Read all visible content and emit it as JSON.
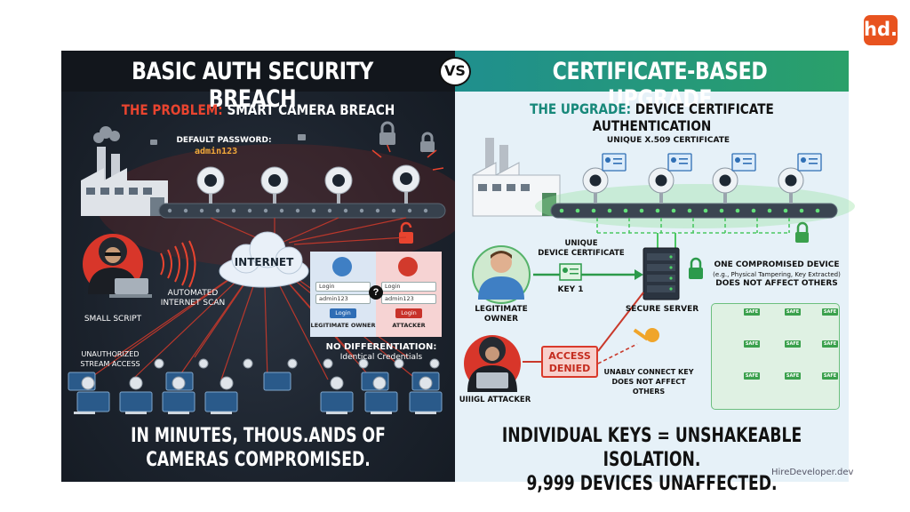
{
  "brand": {
    "logo_text": "hd."
  },
  "vs": "VS",
  "left": {
    "title": "BASIC AUTH SECURITY BREACH",
    "subtitle_prefix": "THE PROBLEM:",
    "subtitle_rest": " SMART CAMERA BREACH",
    "default_password_label": "DEFAULT PASSWORD:",
    "default_password_value": "admin123",
    "internet": "INTERNET",
    "automated_scan": "AUTOMATED\nINTERNET SCAN",
    "small_script": "SMALL SCRIPT",
    "unauthorized": "UNAUTHORIZED\nSTREAM ACCESS",
    "comparison": {
      "login_placeholder": "Login",
      "password_value": "admin123",
      "login_button": "Login",
      "legit_label": "LEGITIMATE OWNER",
      "attacker_label": "ATTACKER",
      "question": "?"
    },
    "no_diff_title": "NO DIFFERENTIATION:",
    "no_diff_text": "Identical Credentials",
    "bottom_line1": "IN MINUTES, THOUS.ANDS OF",
    "bottom_line2": "CAMERAS COMPROMISED."
  },
  "right": {
    "title": "CERTIFICATE-BASED UPGRADE",
    "subtitle_prefix": "THE UPGRADE:",
    "subtitle_rest": " DEVICE CERTIFICATE AUTHENTICATION",
    "x509_label": "UNIQUE X.509 CERTIFICATE",
    "unique_cert": "UNIQUE\nDEVICE CERTIFICATE",
    "key1": "KEY 1",
    "secure_server": "SECURE SERVER",
    "legit_owner": "LEGITIMATE\nOWNER",
    "compromised_title": "ONE COMPROMISED DEVICE",
    "compromised_detail": "(e.g., Physical Tampering, Key Extracted)",
    "compromised_tail": "DOES NOT AFFECT OTHERS",
    "access_denied": "ACCESS\nDENIED",
    "unably_key": "UNABLY CONNECT KEY\nDOES NOT AFFECT OTHERS",
    "attacker": "UIIIGL ATTACKER",
    "safe_tag": "SAFE",
    "bottom_line1": "INDIVIDUAL KEYS = UNSHAKEABLE ISOLATION.",
    "bottom_line2": "9,999 DEVICES UNAFFECTED.",
    "watermark": "HireDeveloper.dev"
  },
  "colors": {
    "left_bg": "#1b222c",
    "alert_red": "#e8442f",
    "right_bg": "#e6f1f8",
    "teal": "#17887a",
    "safe_green": "#3aa04c",
    "brand_orange": "#e8531f"
  }
}
